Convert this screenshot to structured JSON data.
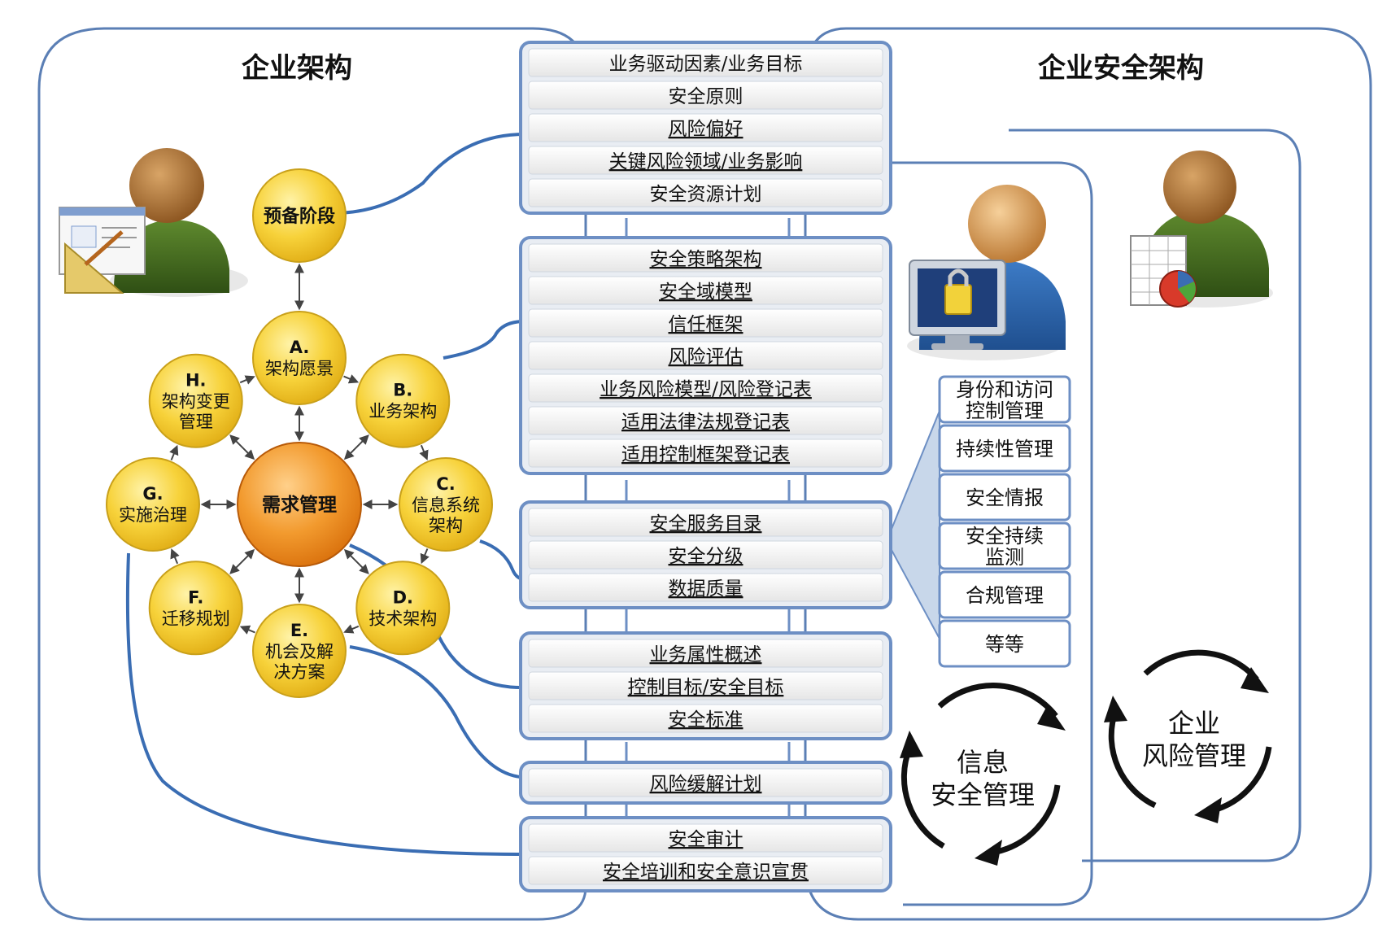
{
  "titles": {
    "left": "企业架构",
    "right": "企业安全架构"
  },
  "adm": {
    "prelim": "预备阶段",
    "center": "需求管理",
    "phases": [
      {
        "letter": "A.",
        "lines": [
          "架构愿景"
        ]
      },
      {
        "letter": "B.",
        "lines": [
          "业务架构"
        ]
      },
      {
        "letter": "C.",
        "lines": [
          "信息系统",
          "架构"
        ]
      },
      {
        "letter": "D.",
        "lines": [
          "技术架构"
        ]
      },
      {
        "letter": "E.",
        "lines": [
          "机会及解",
          "决方案"
        ]
      },
      {
        "letter": "F.",
        "lines": [
          "迁移规划"
        ]
      },
      {
        "letter": "G.",
        "lines": [
          "实施治理"
        ]
      },
      {
        "letter": "H.",
        "lines": [
          "架构变更",
          "管理"
        ]
      }
    ]
  },
  "stack_groups": [
    [
      "业务驱动因素/业务目标",
      "安全原则",
      "风险偏好",
      "关键风险领域/业务影响",
      "安全资源计划"
    ],
    [
      "安全策略架构",
      "安全域模型",
      "信任框架",
      "风险评估",
      "业务风险模型/风险登记表",
      "适用法律法规登记表",
      "适用控制框架登记表"
    ],
    [
      "安全服务目录",
      "安全分级",
      "数据质量"
    ],
    [
      "业务属性概述",
      "控制目标/安全目标",
      "安全标准"
    ],
    [
      "风险缓解计划"
    ],
    [
      "安全审计",
      "安全培训和安全意识宣贯"
    ]
  ],
  "security_services": [
    [
      "身份和访问",
      "控制管理"
    ],
    [
      "持续性管理"
    ],
    [
      "安全情报"
    ],
    [
      "安全持续",
      "监测"
    ],
    [
      "合规管理"
    ],
    [
      "等等"
    ]
  ],
  "cycles": {
    "info_security": [
      "信息",
      "安全管理"
    ],
    "enterprise_risk": [
      "企业",
      "风险管理"
    ]
  },
  "icons": [
    "architect-person-icon",
    "security-admin-person-icon",
    "risk-manager-person-icon",
    "padlock-monitor-icon",
    "spreadsheet-chart-icon"
  ],
  "colors": {
    "frame": "#5b7fb5",
    "node_fill": "#f7d23a",
    "node_stroke": "#c9a01a",
    "center_fill": "#f08a1c",
    "bar_fill": "#f2f2f2",
    "bar_border": "#6d8fc4",
    "triangle": "#c8d7ea"
  }
}
